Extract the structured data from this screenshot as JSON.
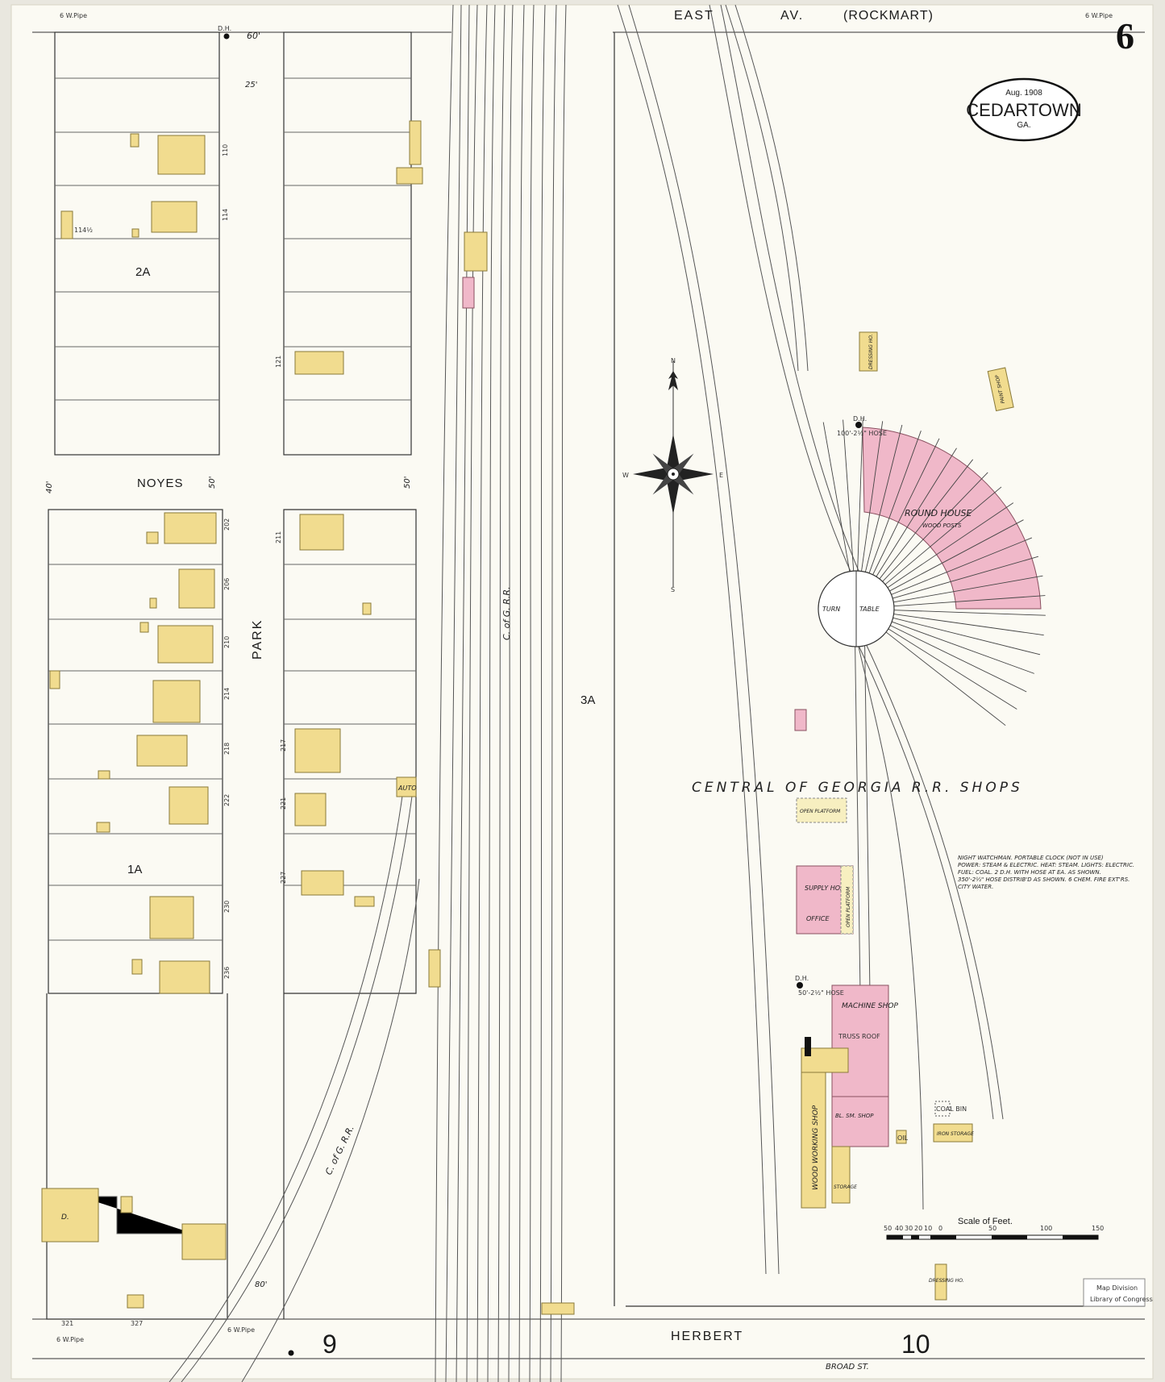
{
  "sheet": {
    "number": "6",
    "cartouche": {
      "date": "Aug. 1908",
      "town": "CEDARTOWN",
      "state": "GA."
    }
  },
  "streets": {
    "top_left": "EAST",
    "top_right": "AV.",
    "top_paren": "(ROCKMART)",
    "bottom": "HERBERT",
    "cross": "NOYES",
    "vertical": "PARK",
    "broad": "BROAD ST."
  },
  "pipes": {
    "top_left": "6 W.Pipe",
    "top_right": "6 W.Pipe",
    "bottom_left": "6 W.Pipe",
    "bottom_mid": "6 W.Pipe"
  },
  "widths": {
    "w60": "60'",
    "w25": "25'",
    "w40": "40'",
    "w50a": "50'",
    "w50b": "50'",
    "w80": "80'"
  },
  "blocks": {
    "b2A": "2A",
    "b1A": "1A",
    "b3A": "3A"
  },
  "adjoining": {
    "left": "9",
    "right": "10"
  },
  "railroad": {
    "cog1": "C. of G. R.R.",
    "cog2": "C. of G. R.R.",
    "shops_title": "CENTRAL OF GEORGIA R.R. SHOPS"
  },
  "buildings": {
    "round_house": "ROUND HOUSE",
    "wood_posts": "WOOD POSTS",
    "turn": "TURN",
    "table": "TABLE",
    "dressing1": "DRESSING HO.",
    "paint": "PAINT SHOP",
    "machine": "MACHINE SHOP",
    "truss": "TRUSS ROOF",
    "bl_sm": "BL. SM. SHOP",
    "wood_working": "WOOD WORKING SHOP",
    "supply": "SUPPLY HO.",
    "office": "OFFICE",
    "open_platform": "OPEN PLATFORM",
    "open_platform2": "OPEN PLATFORM",
    "iron_storage": "IRON STORAGE",
    "oil": "OIL",
    "dressing2": "DRESSING HO.",
    "storage": "STORAGE",
    "coal_bin": "COAL BIN",
    "d": "D.",
    "auto": "AUTO"
  },
  "hydrants": {
    "dh1": "D.H.",
    "dh2": "D.H.",
    "dh3": "D.H.",
    "hose1": "100'-2½\" HOSE",
    "hose2": "50'-2½\" HOSE"
  },
  "house_numbers": {
    "n110": "110",
    "n114": "114",
    "n114h": "114½",
    "n121": "121",
    "n202": "202",
    "n206": "206",
    "n210": "210",
    "n214": "214",
    "n218": "218",
    "n222": "222",
    "n230": "230",
    "n236": "236",
    "n211": "211",
    "n217": "217",
    "n221": "221",
    "n227": "227",
    "n321": "321",
    "n327": "327"
  },
  "notes": {
    "l1": "NIGHT WATCHMAN. PORTABLE CLOCK (NOT IN USE)",
    "l2": "POWER: STEAM & ELECTRIC. HEAT: STEAM. LIGHTS: ELECTRIC.",
    "l3": "FUEL: COAL. 2 D.H. WITH HOSE AT EA. AS SHOWN.",
    "l4": "350'-2½\" HOSE DISTRIB'D AS SHOWN. 6 CHEM. FIRE EXT'RS.",
    "l5": "CITY WATER."
  },
  "compass": {
    "n": "N",
    "s": "S",
    "e": "E",
    "w": "W"
  },
  "scale": {
    "title": "Scale of Feet.",
    "ticks": [
      "50",
      "40",
      "30",
      "20",
      "10",
      "0",
      "50",
      "100",
      "150"
    ]
  },
  "stamp": {
    "l1": "Map Division",
    "l2": "Library of Congress"
  },
  "colors": {
    "paper": "#fbfaf3",
    "frame": "#e9e7df",
    "brick": "#f0b8c9",
    "frame_building": "#f1dc8f"
  }
}
